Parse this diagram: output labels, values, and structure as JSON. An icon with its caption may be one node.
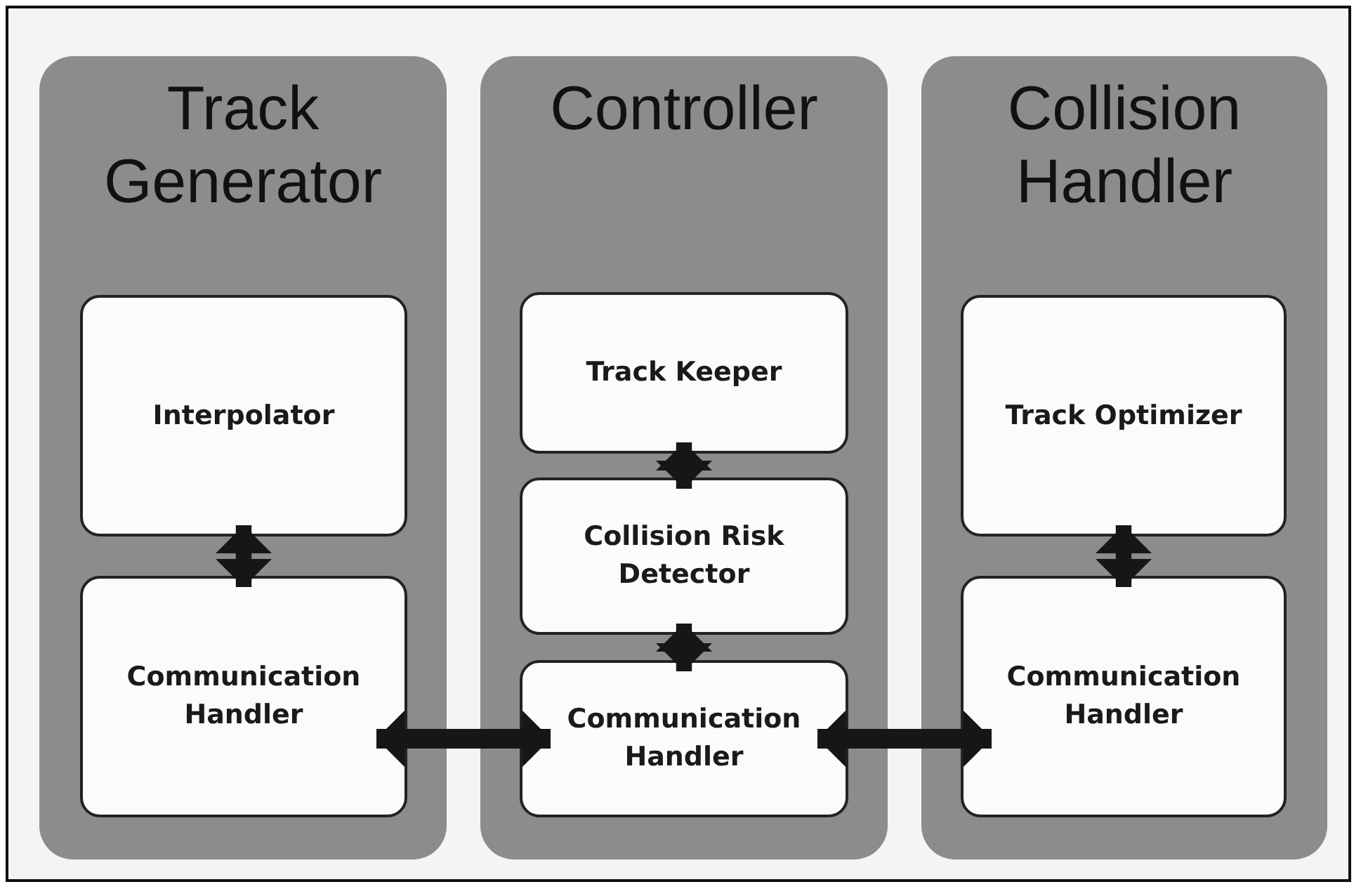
{
  "diagram": {
    "nodes": [
      {
        "text": [
          "Track Generator"
        ]
      },
      {
        "text": [
          "Interpolator"
        ],
        "in": 0
      },
      {
        "text": [
          "Communication Handler"
        ],
        "in": 0
      },
      {
        "text": [
          "Controller"
        ]
      },
      {
        "text": [
          "Track Keeper"
        ],
        "in": 3
      },
      {
        "text": [
          "Collision Risk Detector"
        ],
        "in": 3
      },
      {
        "text": [
          "Communication Handler"
        ],
        "in": 3
      },
      {
        "text": [
          "Collision Handler"
        ]
      },
      {
        "text": [
          "Track Optimizer"
        ],
        "in": 7
      },
      {
        "text": [
          "Communication Handler"
        ],
        "in": 7
      }
    ],
    "edges": [
      {
        "from": 1,
        "to": 2,
        "arrow": "both"
      },
      {
        "from": 4,
        "to": 5,
        "arrow": "both"
      },
      {
        "from": 5,
        "to": 6,
        "arrow": "both"
      },
      {
        "from": 2,
        "to": 6,
        "arrow": "both"
      },
      {
        "from": 6,
        "to": 9,
        "arrow": "both"
      },
      {
        "from": 8,
        "to": 9,
        "arrow": "both"
      }
    ]
  }
}
